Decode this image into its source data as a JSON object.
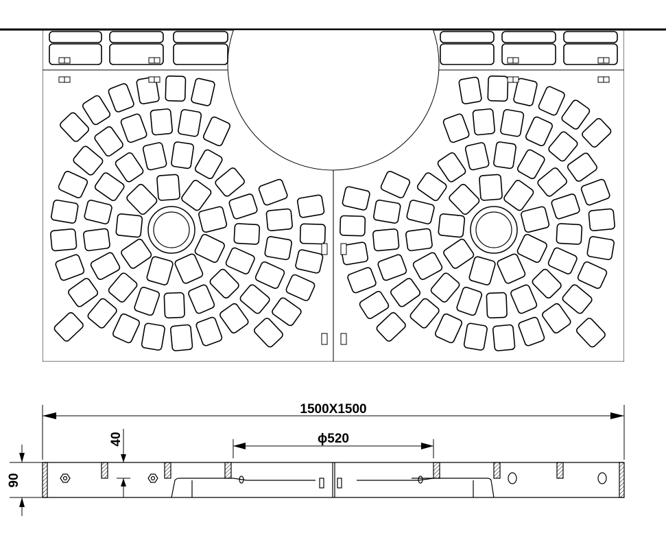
{
  "drawing": {
    "overall_dimension": "1500X1500",
    "opening_diameter": "ϕ520",
    "rib_depth": "40",
    "total_height": "90"
  },
  "colors": {
    "line": "#000000",
    "background": "#ffffff"
  }
}
